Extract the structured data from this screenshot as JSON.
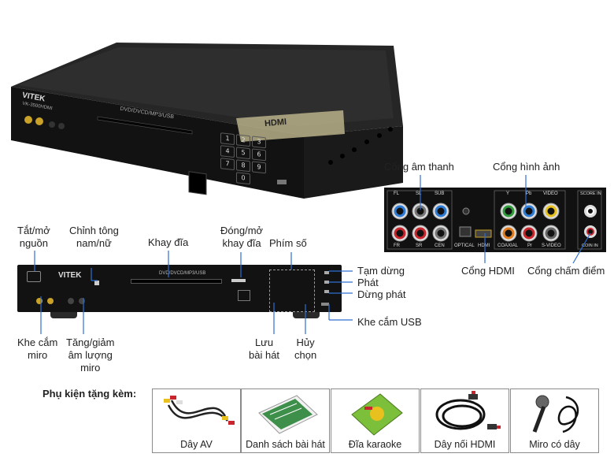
{
  "player_top": {
    "brand": "VITEK",
    "model": "VK-3500HDMI",
    "formats": "DVD/DVCD/MP3/USB",
    "hdmi_badge": "HDMI",
    "keypad": [
      "1",
      "2",
      "3",
      "4",
      "5",
      "6",
      "7",
      "8",
      "9",
      "0"
    ]
  },
  "rear_panel": {
    "audio_labels": [
      "FL",
      "SL",
      "SUB",
      "FR",
      "SR",
      "CEN"
    ],
    "optical": "OPTICAL",
    "hdmi": "HDMI",
    "video_labels": [
      "Y",
      "Pb",
      "VIDEO",
      "COAXIAL",
      "Pr",
      "S-VIDEO"
    ],
    "score_in": "SCORE IN",
    "coin_in": "COIN IN",
    "callouts": {
      "audio_port": "Cổng âm thanh",
      "video_port": "Cổng hình ảnh",
      "hdmi_port": "Cổng HDMI",
      "score_port": "Cổng chấm điểm"
    }
  },
  "front_panel": {
    "brand": "VITEK",
    "formats": "DVD/DVCD/MP3/USB",
    "callouts": {
      "power": [
        "Tắt/mở",
        "nguồn"
      ],
      "tone": [
        "Chỉnh tông",
        "nam/nữ"
      ],
      "tray": "Khay đĩa",
      "eject": [
        "Đóng/mở",
        "khay đĩa"
      ],
      "numpad": "Phím số",
      "pause": "Tạm dừng",
      "play": "Phát",
      "stop": "Dừng phát",
      "usb": "Khe cắm USB",
      "mic": [
        "Khe cắm",
        "miro"
      ],
      "mic_volume": [
        "Tăng/giảm",
        "âm lượng",
        "miro"
      ],
      "save": [
        "Lưu",
        "bài hát"
      ],
      "cancel": [
        "Hủy",
        "chọn"
      ]
    }
  },
  "accessories": {
    "title": "Phụ kiện tặng kèm:",
    "items": [
      {
        "caption": "Dây AV",
        "icon": "av-cable-icon"
      },
      {
        "caption": "Danh sách bài hát",
        "icon": "song-list-icon"
      },
      {
        "caption": "Đĩa karaoke",
        "icon": "karaoke-disc-icon"
      },
      {
        "caption": "Dây nối  HDMI",
        "icon": "hdmi-cable-icon"
      },
      {
        "caption": "Miro có dây",
        "icon": "wired-mic-icon"
      }
    ]
  },
  "colors": {
    "player": "#1b1b1b",
    "panel": "#111111",
    "red": "#c8262c",
    "gold": "#c9a227"
  }
}
